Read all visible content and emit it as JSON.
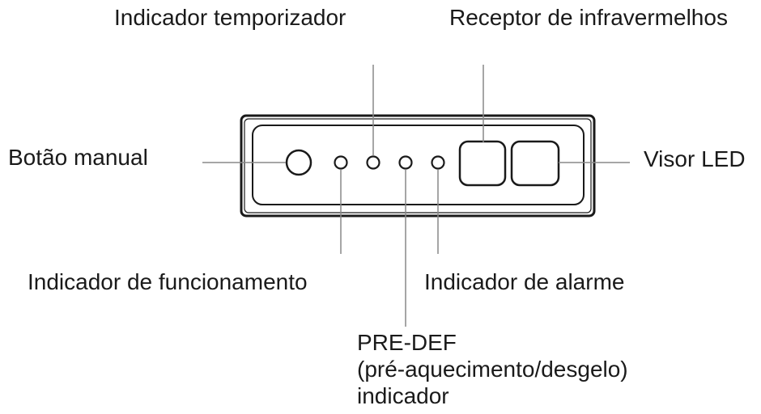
{
  "labels": {
    "timer_indicator": "Indicador temporizador",
    "ir_receiver": "Receptor de infravermelhos",
    "manual_button": "Botão manual",
    "led_display": "Visor LED",
    "operation_indicator": "Indicador de funcionamento",
    "alarm_indicator": "Indicador de alarme",
    "predef_line1": "PRE-DEF",
    "predef_line2": "(pré-aquecimento/desgelo)",
    "predef_line3": "indicador"
  },
  "colors": {
    "stroke": "#1a1a1a",
    "leader": "#888888",
    "background": "#ffffff"
  }
}
